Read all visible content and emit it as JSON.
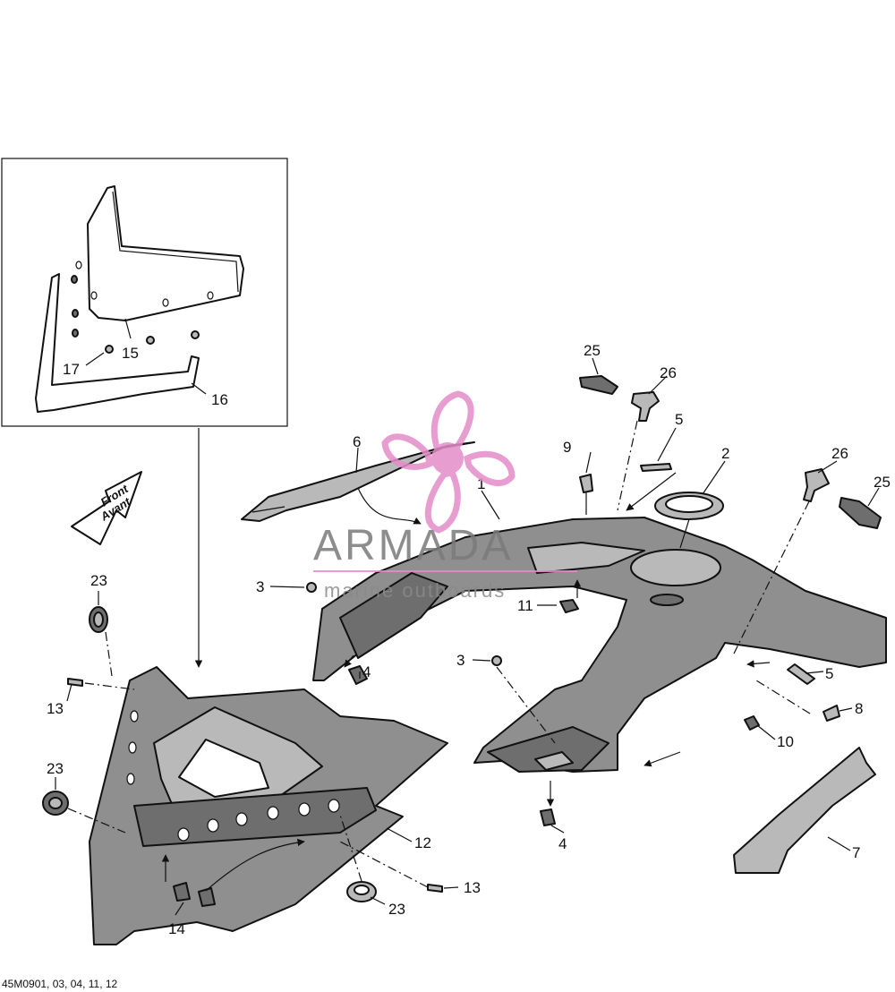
{
  "watermark": {
    "brand": "ARMADA",
    "tagline": "marine outboards",
    "logo_color": "#e58cc8",
    "text_color": "#7a7a7a"
  },
  "front_arrow": {
    "line1": "Front",
    "line2": "Avant"
  },
  "caption": "45M0901, 03, 04, 11, 12",
  "callouts": {
    "p1": "1",
    "p2": "2",
    "p3a": "3",
    "p3b": "3",
    "p4a": "4",
    "p4b": "4",
    "p5a": "5",
    "p5b": "5",
    "p6": "6",
    "p7": "7",
    "p8": "8",
    "p9": "9",
    "p10": "10",
    "p11": "11",
    "p12": "12",
    "p13a": "13",
    "p13b": "13",
    "p14": "14",
    "p15": "15",
    "p16": "16",
    "p17": "17",
    "p23a": "23",
    "p23b": "23",
    "p23c": "23",
    "p25a": "25",
    "p25b": "25",
    "p26a": "26",
    "p26b": "26"
  }
}
